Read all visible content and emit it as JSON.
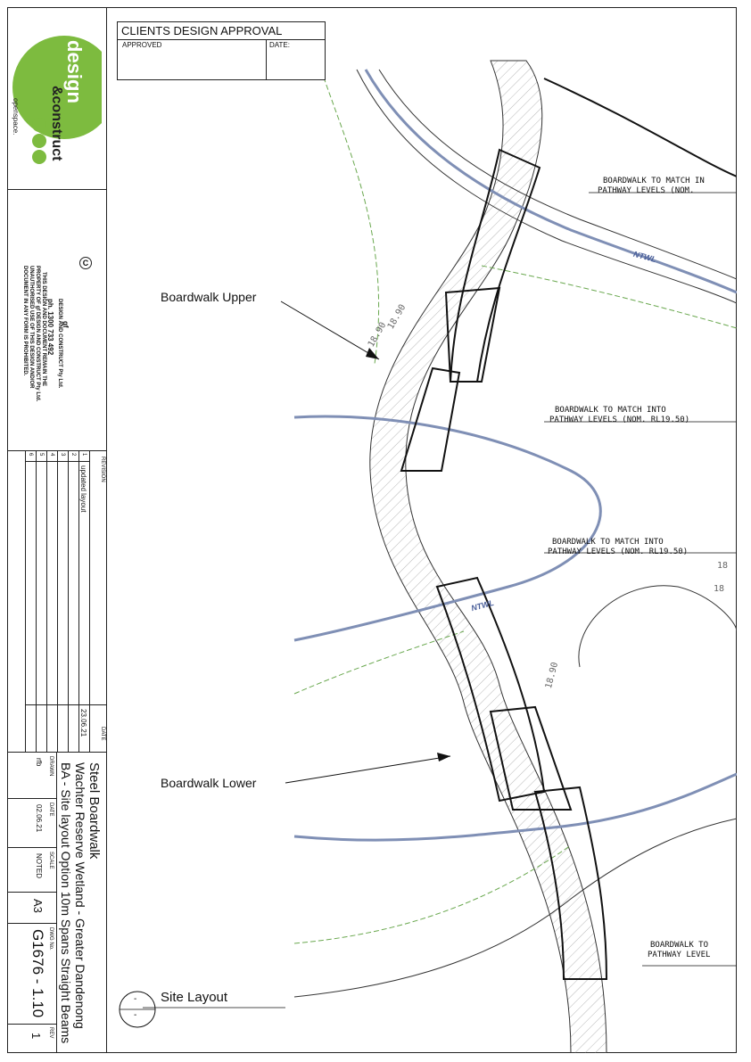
{
  "approval": {
    "title": "CLIENTS DESIGN APPROVAL",
    "approved_label": "APPROVED",
    "date_label": "DATE:"
  },
  "logo": {
    "line1": "design",
    "line2": "&construct",
    "line3": "openspace."
  },
  "company": {
    "name": "gf",
    "legal": "DESIGN AND CONSTRUCT Pty Ltd.",
    "phone": "ph. 1300 733 492",
    "notice1": "THIS DESIGN AND DOCUMENT REMAIN THE",
    "notice2": "PROPERTY OF gf DESIGN AND CONSTRUCT Pty Ltd.",
    "notice3": "UNAUTHORISED USE OF THIS DESIGN AND/OR",
    "notice4": "DOCUMENT IN ANY FORM IS PROHIBITED."
  },
  "revisions": {
    "header_revision": "REVISION",
    "header_date": "DATE",
    "rows": [
      {
        "num": "1",
        "desc": "updated layout",
        "date": "23.06.21"
      },
      {
        "num": "2",
        "desc": "",
        "date": ""
      },
      {
        "num": "3",
        "desc": "",
        "date": ""
      },
      {
        "num": "4",
        "desc": "",
        "date": ""
      },
      {
        "num": "5",
        "desc": "",
        "date": ""
      },
      {
        "num": "6",
        "desc": "",
        "date": ""
      }
    ]
  },
  "project": {
    "title": "Steel Boardwalk",
    "subtitle": "Wachter Reserve Wetland - Greater Dandenong",
    "sheet": "BA - Site layout Option 10m Spans Straight Beams"
  },
  "titleblock": {
    "drawn_label": "DRAWN",
    "drawn_value": "rfb",
    "date_label": "DATE",
    "date_value": "02.06.21",
    "scale_label": "SCALE",
    "scale_value": "NOTED",
    "size_value": "A3",
    "dwg_label": "DWG No.",
    "dwg_value": "G1676 - 1.10",
    "rev_label": "REV",
    "rev_value": "1"
  },
  "drawing": {
    "label_upper": "Boardwalk Upper",
    "label_lower": "Boardwalk Lower",
    "site_layout": "Site Layout",
    "callout_dash_top": "-",
    "callout_dash_bottom": "-",
    "ntwl_top": "NTWL",
    "ntwl_mid": "NTWL",
    "contour_a": "18.90",
    "contour_b": "18.90",
    "contour_c": "18.90",
    "note1_l1": "BOARDWALK TO MATCH IN",
    "note1_l2": "PATHWAY LEVELS (NOM.",
    "note2_l1": "BOARDWALK TO MATCH INTO",
    "note2_l2": "PATHWAY LEVELS (NOM. RL19.50)",
    "note3_l1": "BOARDWALK TO MATCH INTO",
    "note3_l2": "PATHWAY LEVELS (NOM. RL19.50)",
    "note4_l1": "BOARDWALK TO",
    "note4_l2": "PATHWAY LEVEL",
    "edge_18a": "18",
    "edge_18b": "18"
  },
  "colors": {
    "line": "#222222",
    "water": "#7f8fb5",
    "vegetation": "#6aa84f",
    "logo_green": "#7dbb3f"
  }
}
